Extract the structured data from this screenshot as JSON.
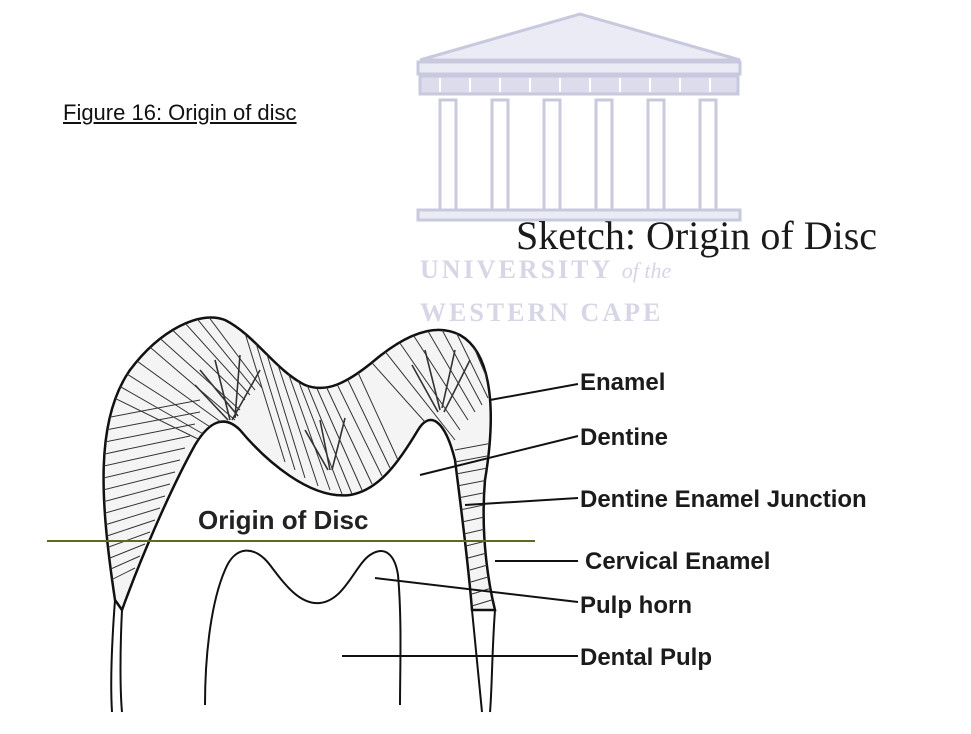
{
  "figure_caption": "Figure 16: Origin of disc",
  "sketch_title": "Sketch: Origin of Disc",
  "watermark": {
    "logo": "university-building-logo",
    "line1_main": "UNIVERSITY",
    "line1_italic": "of the",
    "line2": "WESTERN CAPE",
    "color": "#d6d6e6"
  },
  "diagram": {
    "plane_label": "Origin of Disc",
    "plane_line_color": "#5a6b1e",
    "labels": {
      "enamel": "Enamel",
      "dentine": "Dentine",
      "dej": "Dentine Enamel Junction",
      "cervical_enamel": "Cervical Enamel",
      "pulp_horn": "Pulp horn",
      "dental_pulp": "Dental Pulp"
    }
  }
}
